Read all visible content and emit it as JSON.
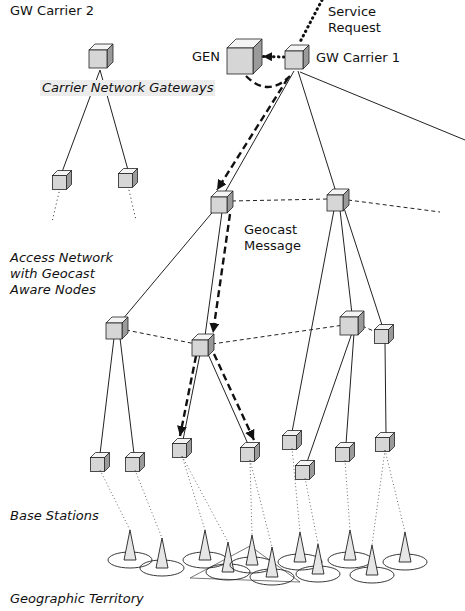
{
  "diagram": {
    "nodes": [
      {
        "text": [
          "Carrier Network Gateways"
        ]
      },
      {
        "text": [
          "GW Carrier 2"
        ],
        "in": 0
      },
      {
        "text": [
          "GEN"
        ],
        "in": 0
      },
      {
        "text": [
          "GW Carrier 1"
        ],
        "in": 0
      },
      {
        "text": [
          "Base Stations"
        ]
      },
      {
        "text": [
          "Geographic Territory"
        ]
      }
    ],
    "edges": [
      {
        "from": 3,
        "to": 2,
        "arrow": "to"
      }
    ],
    "labels": [
      "Service Request",
      "Access Network with Geocast Aware Nodes",
      "Geocast Message"
    ]
  }
}
